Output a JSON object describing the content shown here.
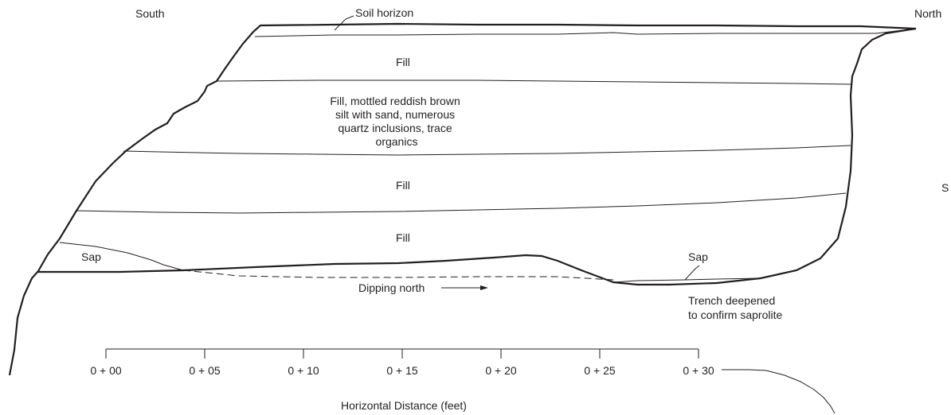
{
  "labels": {
    "south": "South",
    "north": "North",
    "s_cut": "S",
    "soil_horizon": "Soil horizon",
    "fill_1": "Fill",
    "fill_mottled": [
      "Fill, mottled reddish brown",
      "silt with sand, numerous",
      "quartz inclusions, trace",
      "organics"
    ],
    "fill_2": "Fill",
    "fill_3": "Fill",
    "sap_left": "Sap",
    "sap_right": "Sap",
    "dipping": "Dipping north",
    "trench_note": [
      "Trench deepened",
      "to confirm saprolite"
    ]
  },
  "axis": {
    "label": "Horizontal Distance (feet)",
    "ticks": [
      "0 + 00",
      "0 + 05",
      "0 + 10",
      "0 + 15",
      "0 + 20",
      "0 + 25",
      "0 + 30"
    ]
  },
  "colors": {
    "ink": "#231f20",
    "background": "#ffffff"
  }
}
